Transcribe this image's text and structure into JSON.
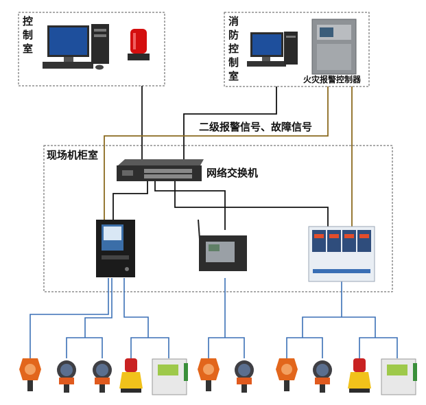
{
  "rooms": {
    "control_room": "控制室",
    "fire_control_room": "消防控制室",
    "field_cabinet_room": "现场机柜室"
  },
  "labels": {
    "fire_alarm_controller": "火灾报警控制器",
    "signal": "二级报警信号、故障信号",
    "network_switch": "网络交换机"
  },
  "colors": {
    "network_line": "#111111",
    "signal_line": "#8a6a1e",
    "field_line": "#3a6fb5",
    "dashed_border": "#555555"
  }
}
